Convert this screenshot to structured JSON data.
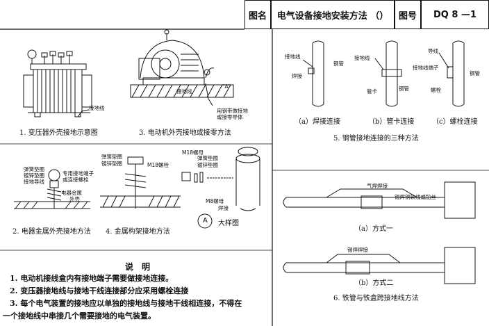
{
  "title_block": {
    "label_name": "图名",
    "drawing_name": "电气设备接地安装方法 （）",
    "label_number": "图号",
    "drawing_number": "DQ 8 —1"
  },
  "figures": {
    "fig1_caption": "1. 变压器外壳接地示意图",
    "fig1_ground_label": "接地线",
    "fig2_caption": "2. 电器金属外壳接地方法",
    "fig2_label_washer": "弹簧垫圈",
    "fig2_label_plate": "镀锌垫圈",
    "fig2_label_lead": "接地导线",
    "fig2_label_terminal": "专用接地端子",
    "fig2_label_bolt": "或连接螺栓",
    "fig2_label_shell": "电器金属",
    "fig2_label_shell2": "外壳",
    "fig3_caption": "3. 电动机外壳接地或接零方法",
    "fig3_label_ground": "接地线",
    "fig3_label_a": "\"A\"",
    "fig3_label_conductor": "用钢带做接地",
    "fig3_label_conductor2": "或接零导体",
    "fig4_caption": "4. 金属构架接地方法",
    "fig4_label_washer": "弹簧垫圈",
    "fig4_label_plate": "镀锌垫圈",
    "fig4_label_m18": "M18螺栓",
    "fig4_label_nut": "M18螺母",
    "fig4_label_washer2": "弹簧垫圈",
    "fig4_label_plate2": "镀锌垫圈",
    "fig4_label_m8": "M8螺母",
    "fig4_label_weld": "焊接",
    "fig4_circle": "A",
    "fig4_detail": "大样图",
    "fig5_caption": "5. 钢管接地连接的三种方法",
    "fig5_a_label": "（a）焊接连接",
    "fig5_b_label": "（b）管卡连接",
    "fig5_c_label": "（c）螺栓连接",
    "fig5_label_ground": "接地线",
    "fig5_label_steel": "钢管",
    "fig5_label_weld": "焊接",
    "fig5_label_ground_b": "接地线",
    "fig5_label_clamp": "管卡",
    "fig5_label_steel_b": "钢管",
    "fig5_label_wire": "导线",
    "fig5_label_terminal": "接地线端子",
    "fig5_label_steel_c": "钢管",
    "fig5_label_bolt": "螺栓",
    "fig6_caption": "6. 铁管与铁盒跨接地线方法",
    "fig6_a_label": "（a）方式一",
    "fig6_b_label": "（b）方式二",
    "fig6_label_gas": "气焊焊接",
    "fig6_label_braid": "锡焊铜软线或铅丝",
    "fig6_label_tin": "锡焊焊接"
  },
  "notes": {
    "heading": "说明",
    "n1": "1. 电动机接线盒内有接地端子需要做接地连接。",
    "n2": "2. 变压器接地线与接地干线连接部分应采用螺栓连接",
    "n3a": "3. 每个电气装置的接地应以单独的接地线与接地干线相连接，不得在",
    "n3b": "一个接地线中串接几个需要接地的电气装置。"
  }
}
